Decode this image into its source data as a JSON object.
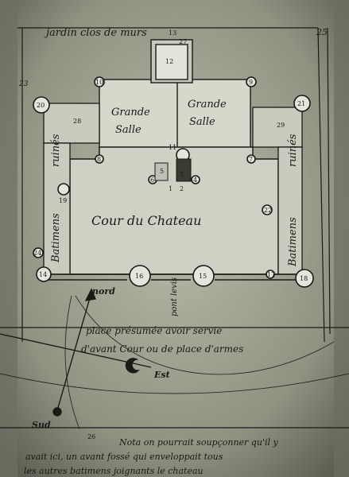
{
  "header": {
    "garden_label": "jardin clos de murs",
    "corner_number": "25",
    "left_margin_number": "23"
  },
  "rooms": {
    "grande_salle_left_1": "Grande",
    "grande_salle_left_2": "Salle",
    "grande_salle_right_1": "Grande",
    "grande_salle_right_2": "Salle",
    "court": "Cour du Chateau",
    "ruine_left": "ruinés",
    "batiment_left": "Batimens",
    "ruine_right": "ruinés",
    "batiment_right": "Batimens",
    "pont_levis": "pont levis",
    "nord": "nord",
    "est": "Est",
    "sud": "Sud"
  },
  "numbers": {
    "n1": "1",
    "n2": "2",
    "n3": "3",
    "n4": "4",
    "n5": "5",
    "n6": "6",
    "n7": "7",
    "n8": "8",
    "n9": "9",
    "n10": "10",
    "n11": "11",
    "n12": "12",
    "n13": "13",
    "n14": "14",
    "n15": "15",
    "n16": "16",
    "n17": "17",
    "n18": "18",
    "n19": "19",
    "n20": "20",
    "n21": "21",
    "n22": "22",
    "n24": "24",
    "n26": "26",
    "n27": "27",
    "n28": "28",
    "n29": "29"
  },
  "notes": {
    "place_line1": "place présumée avoir servie",
    "place_line2": "d'avant Cour ou de place d'armes",
    "nota_1": "Nota on pourrait soupçonner qu'il y",
    "nota_2": "avait ici, un avant fossé qui enveloppait tous",
    "nota_3": "les autres batimens joignants le chateau"
  },
  "colors": {
    "paper": "#9ba08c",
    "ink": "#1b1a16",
    "wall_fill": "#d6d8cc"
  }
}
